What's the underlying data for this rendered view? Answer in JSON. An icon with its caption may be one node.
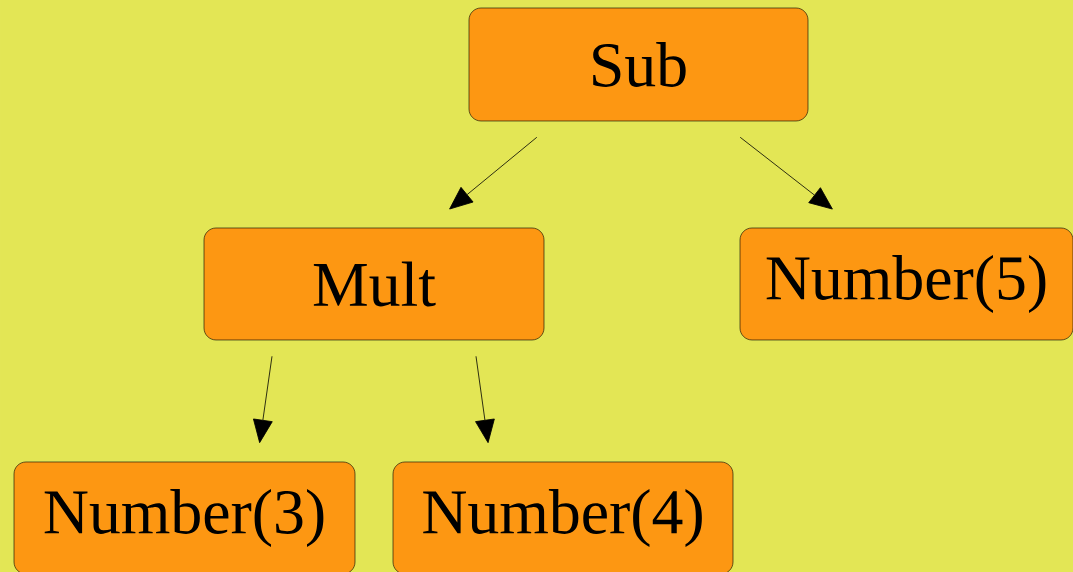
{
  "diagram": {
    "nodes": [
      {
        "text": [
          "Sub"
        ]
      },
      {
        "text": [
          "Mult"
        ]
      },
      {
        "text": [
          "Number(5)"
        ]
      },
      {
        "text": [
          "Number(3)"
        ]
      },
      {
        "text": [
          "Number(4)"
        ]
      }
    ],
    "edges": [
      {
        "from": 0,
        "to": 1,
        "arrow": "to"
      },
      {
        "from": 0,
        "to": 2,
        "arrow": "to"
      },
      {
        "from": 1,
        "to": 3,
        "arrow": "to"
      },
      {
        "from": 1,
        "to": 4,
        "arrow": "to"
      }
    ]
  }
}
